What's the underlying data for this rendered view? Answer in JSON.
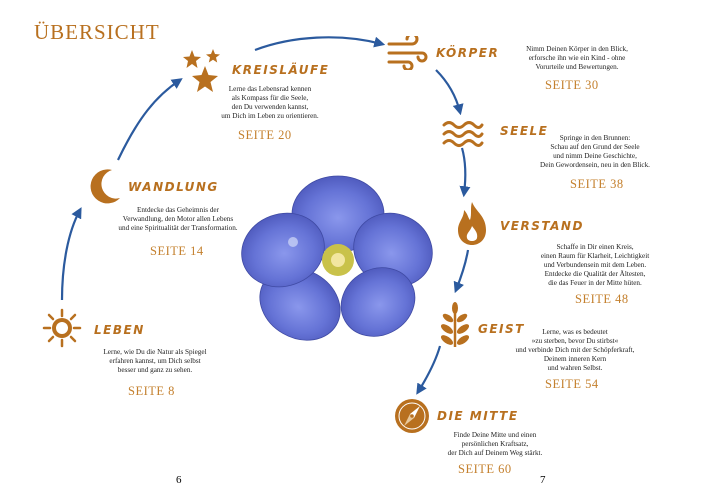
{
  "title": "ÜBERSICHT",
  "page_numbers": {
    "left": "6",
    "right": "7"
  },
  "colors": {
    "accent": "#b8701f",
    "arrow": "#2b5a9e",
    "flower": "#6f7fe0"
  },
  "sections": [
    {
      "id": "kreislaeufe",
      "icon": "stars-icon",
      "heading": "KREISLÄUFE",
      "lines": [
        "Lerne das Lebensrad kennen",
        "als Kompass für die Seele,",
        "den Du verwenden kannst,",
        "um Dich im Leben zu orientieren."
      ],
      "page": "SEITE 20"
    },
    {
      "id": "koerper",
      "icon": "wind-icon",
      "heading": "KÖRPER",
      "lines": [
        "Nimm Deinen Körper in den Blick,",
        "erforsche ihn wie ein Kind - ohne",
        "Vorurteile und Bewertungen."
      ],
      "page": "SEITE 30"
    },
    {
      "id": "seele",
      "icon": "water-icon",
      "heading": "SEELE",
      "lines": [
        "Springe in den Brunnen:",
        "Schau auf den Grund der Seele",
        "und nimm Deine Geschichte,",
        "Dein Gewordensein, neu in den Blick."
      ],
      "page": "SEITE 38"
    },
    {
      "id": "verstand",
      "icon": "fire-icon",
      "heading": "VERSTAND",
      "lines": [
        "Schaffe in Dir einen Kreis,",
        "einen Raum für Klarheit, Leichtigkeit",
        "und Verbundensein mit dem Leben.",
        "Entdecke die Qualität der Ältesten,",
        "die das Feuer in der Mitte hüten."
      ],
      "page": "SEITE 48"
    },
    {
      "id": "geist",
      "icon": "plant-icon",
      "heading": "GEIST",
      "lines": [
        "Lerne, was es bedeutet",
        "»zu sterben, bevor Du stirbst«",
        "und verbinde Dich mit der Schöpferkraft,",
        "Deinem inneren Kern",
        "und wahren Selbst."
      ],
      "page": "SEITE 54"
    },
    {
      "id": "mitte",
      "icon": "compass-icon",
      "heading": "DIE MITTE",
      "lines": [
        "Finde Deine Mitte und einen",
        "persönlichen Kraftsatz,",
        "der Dich auf Deinem Weg stärkt."
      ],
      "page": "SEITE 60"
    },
    {
      "id": "wandlung",
      "icon": "moon-icon",
      "heading": "WANDLUNG",
      "lines": [
        "Entdecke das Geheimnis der",
        "Verwandlung, den Motor allen Lebens",
        "und eine Spiritualität der Transformation."
      ],
      "page": "SEITE 14"
    },
    {
      "id": "leben",
      "icon": "sun-icon",
      "heading": "LEBEN",
      "lines": [
        "Lerne, wie Du die Natur als Spiegel",
        "erfahren kannst, um Dich selbst",
        "besser und ganz zu sehen."
      ],
      "page": "SEITE 8"
    }
  ]
}
